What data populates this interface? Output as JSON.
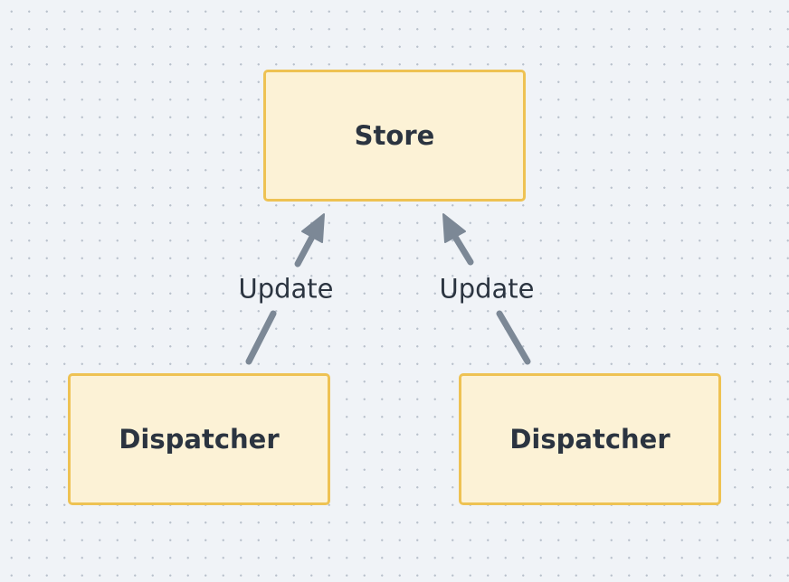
{
  "diagram": {
    "nodes": {
      "store": "Store",
      "dispatcher_left": "Dispatcher",
      "dispatcher_right": "Dispatcher"
    },
    "edges": [
      {
        "from": "dispatcher_left",
        "to": "store",
        "label": "Update"
      },
      {
        "from": "dispatcher_right",
        "to": "store",
        "label": "Update"
      }
    ]
  },
  "colors": {
    "background": "#f0f3f7",
    "node_fill": "#fcf2d6",
    "node_border": "#eec253",
    "edge": "#7c8896",
    "text": "#2b3440"
  }
}
